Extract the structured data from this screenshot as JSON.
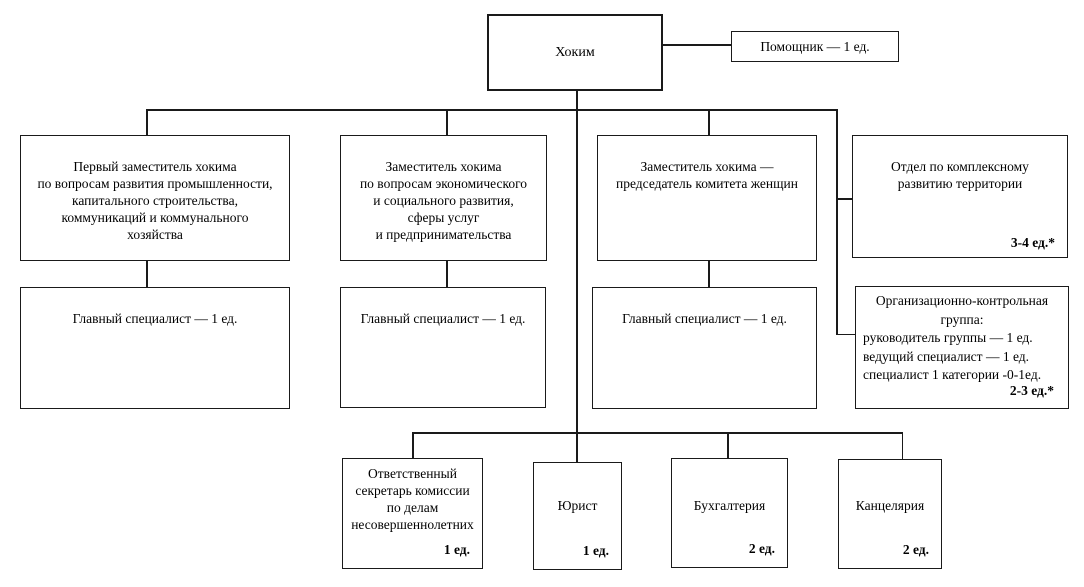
{
  "org_chart": {
    "khokim": {
      "label": "Хоким"
    },
    "assistant": {
      "label": "Помощник — 1 ед."
    },
    "deputies": [
      {
        "label": "Первый заместитель хокима\nпо вопросам развития промышленности,\nкапитального строительства,\nкоммуникаций и коммунального\nхозяйства"
      },
      {
        "label": "Заместитель хокима\nпо вопросам экономического\nи социального развития,\nсферы услуг\nи предпринимательства"
      },
      {
        "label": "Заместитель хокима —\nпредседатель комитета женщин"
      }
    ],
    "complex_dept": {
      "label": "Отдел по комплексному\nразвитию территории",
      "count": "3-4 ед.*"
    },
    "chief_specialists": [
      {
        "label": "Главный специалист — 1 ед."
      },
      {
        "label": "Главный специалист — 1 ед."
      },
      {
        "label": "Главный специалист — 1 ед."
      }
    ],
    "org_control_group": {
      "title": "Организационно-контрольная\nгруппа:",
      "staff": "руководитель группы — 1 ед.\nведущий специалист — 1 ед.\nспециалист 1 категории -0-1ед.",
      "count": "2-3 ед.*"
    },
    "bottom_units": [
      {
        "label": "Ответственный\nсекретарь комиссии\nпо делам\nнесовершеннолетних",
        "count": "1 ед."
      },
      {
        "label": "Юрист",
        "count": "1 ед."
      },
      {
        "label": "Бухгалтерия",
        "count": "2 ед."
      },
      {
        "label": "Канцелярия",
        "count": "2 ед."
      }
    ]
  }
}
